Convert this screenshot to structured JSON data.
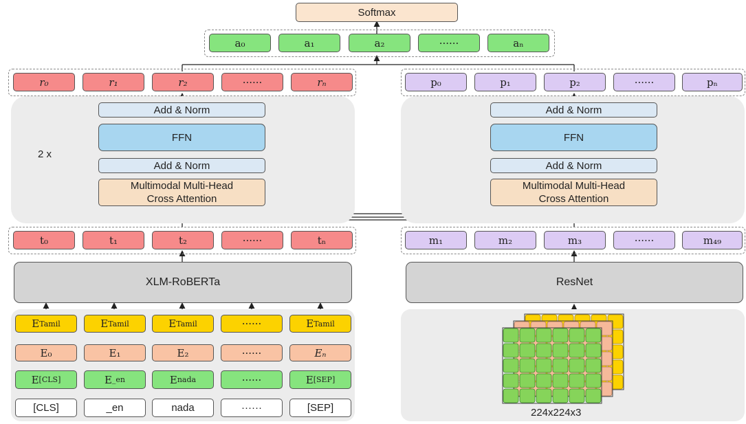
{
  "softmax": "Softmax",
  "outputs": [
    "a₀",
    "a₁",
    "a₂",
    "······",
    "aₙ"
  ],
  "text_branch": {
    "outputs": [
      "r₀",
      "r₁",
      "r₂",
      "······",
      "rₙ"
    ],
    "add_norm_top": "Add & Norm",
    "ffn": "FFN",
    "add_norm_bottom": "Add & Norm",
    "attention_line1": "Multimodal Multi-Head",
    "attention_line2": "Cross Attention",
    "repeat": "2 x",
    "tokens_emb": [
      "t₀",
      "t₁",
      "t₂",
      "······",
      "tₙ"
    ],
    "encoder": "XLM-RoBERTa",
    "lang_emb": [
      "E",
      "E",
      "E",
      "······",
      "E"
    ],
    "lang_sub": [
      "Tamil",
      "Tamil",
      "Tamil",
      "",
      "Tamil"
    ],
    "pos_emb": [
      "E₀",
      "E₁",
      "E₂",
      "······",
      "Eₙ"
    ],
    "tok_emb_base": [
      "E",
      "E",
      "E",
      "······",
      "E"
    ],
    "tok_emb_sub": [
      "[CLS]",
      "_en",
      "nada",
      "",
      "[SEP]"
    ],
    "tokens": [
      "[CLS]",
      "_en",
      "nada",
      "······",
      "[SEP]"
    ]
  },
  "image_branch": {
    "outputs": [
      "p₀",
      "p₁",
      "p₂",
      "······",
      "pₙ"
    ],
    "add_norm_top": "Add & Norm",
    "ffn": "FFN",
    "add_norm_bottom": "Add & Norm",
    "attention_line1": "Multimodal Multi-Head",
    "attention_line2": "Cross Attention",
    "patches": [
      "m₁",
      "m₂",
      "m₃",
      "······",
      "m₄₉"
    ],
    "encoder": "ResNet",
    "image_size": "224x224x3"
  },
  "colors": {
    "text_output": "#f68a8a",
    "image_output": "#dccbf4",
    "final_output": "#86e47e",
    "language_embedding": "#fcd200",
    "position_embedding": "#f9c3a4",
    "token_embedding": "#86e47e"
  }
}
